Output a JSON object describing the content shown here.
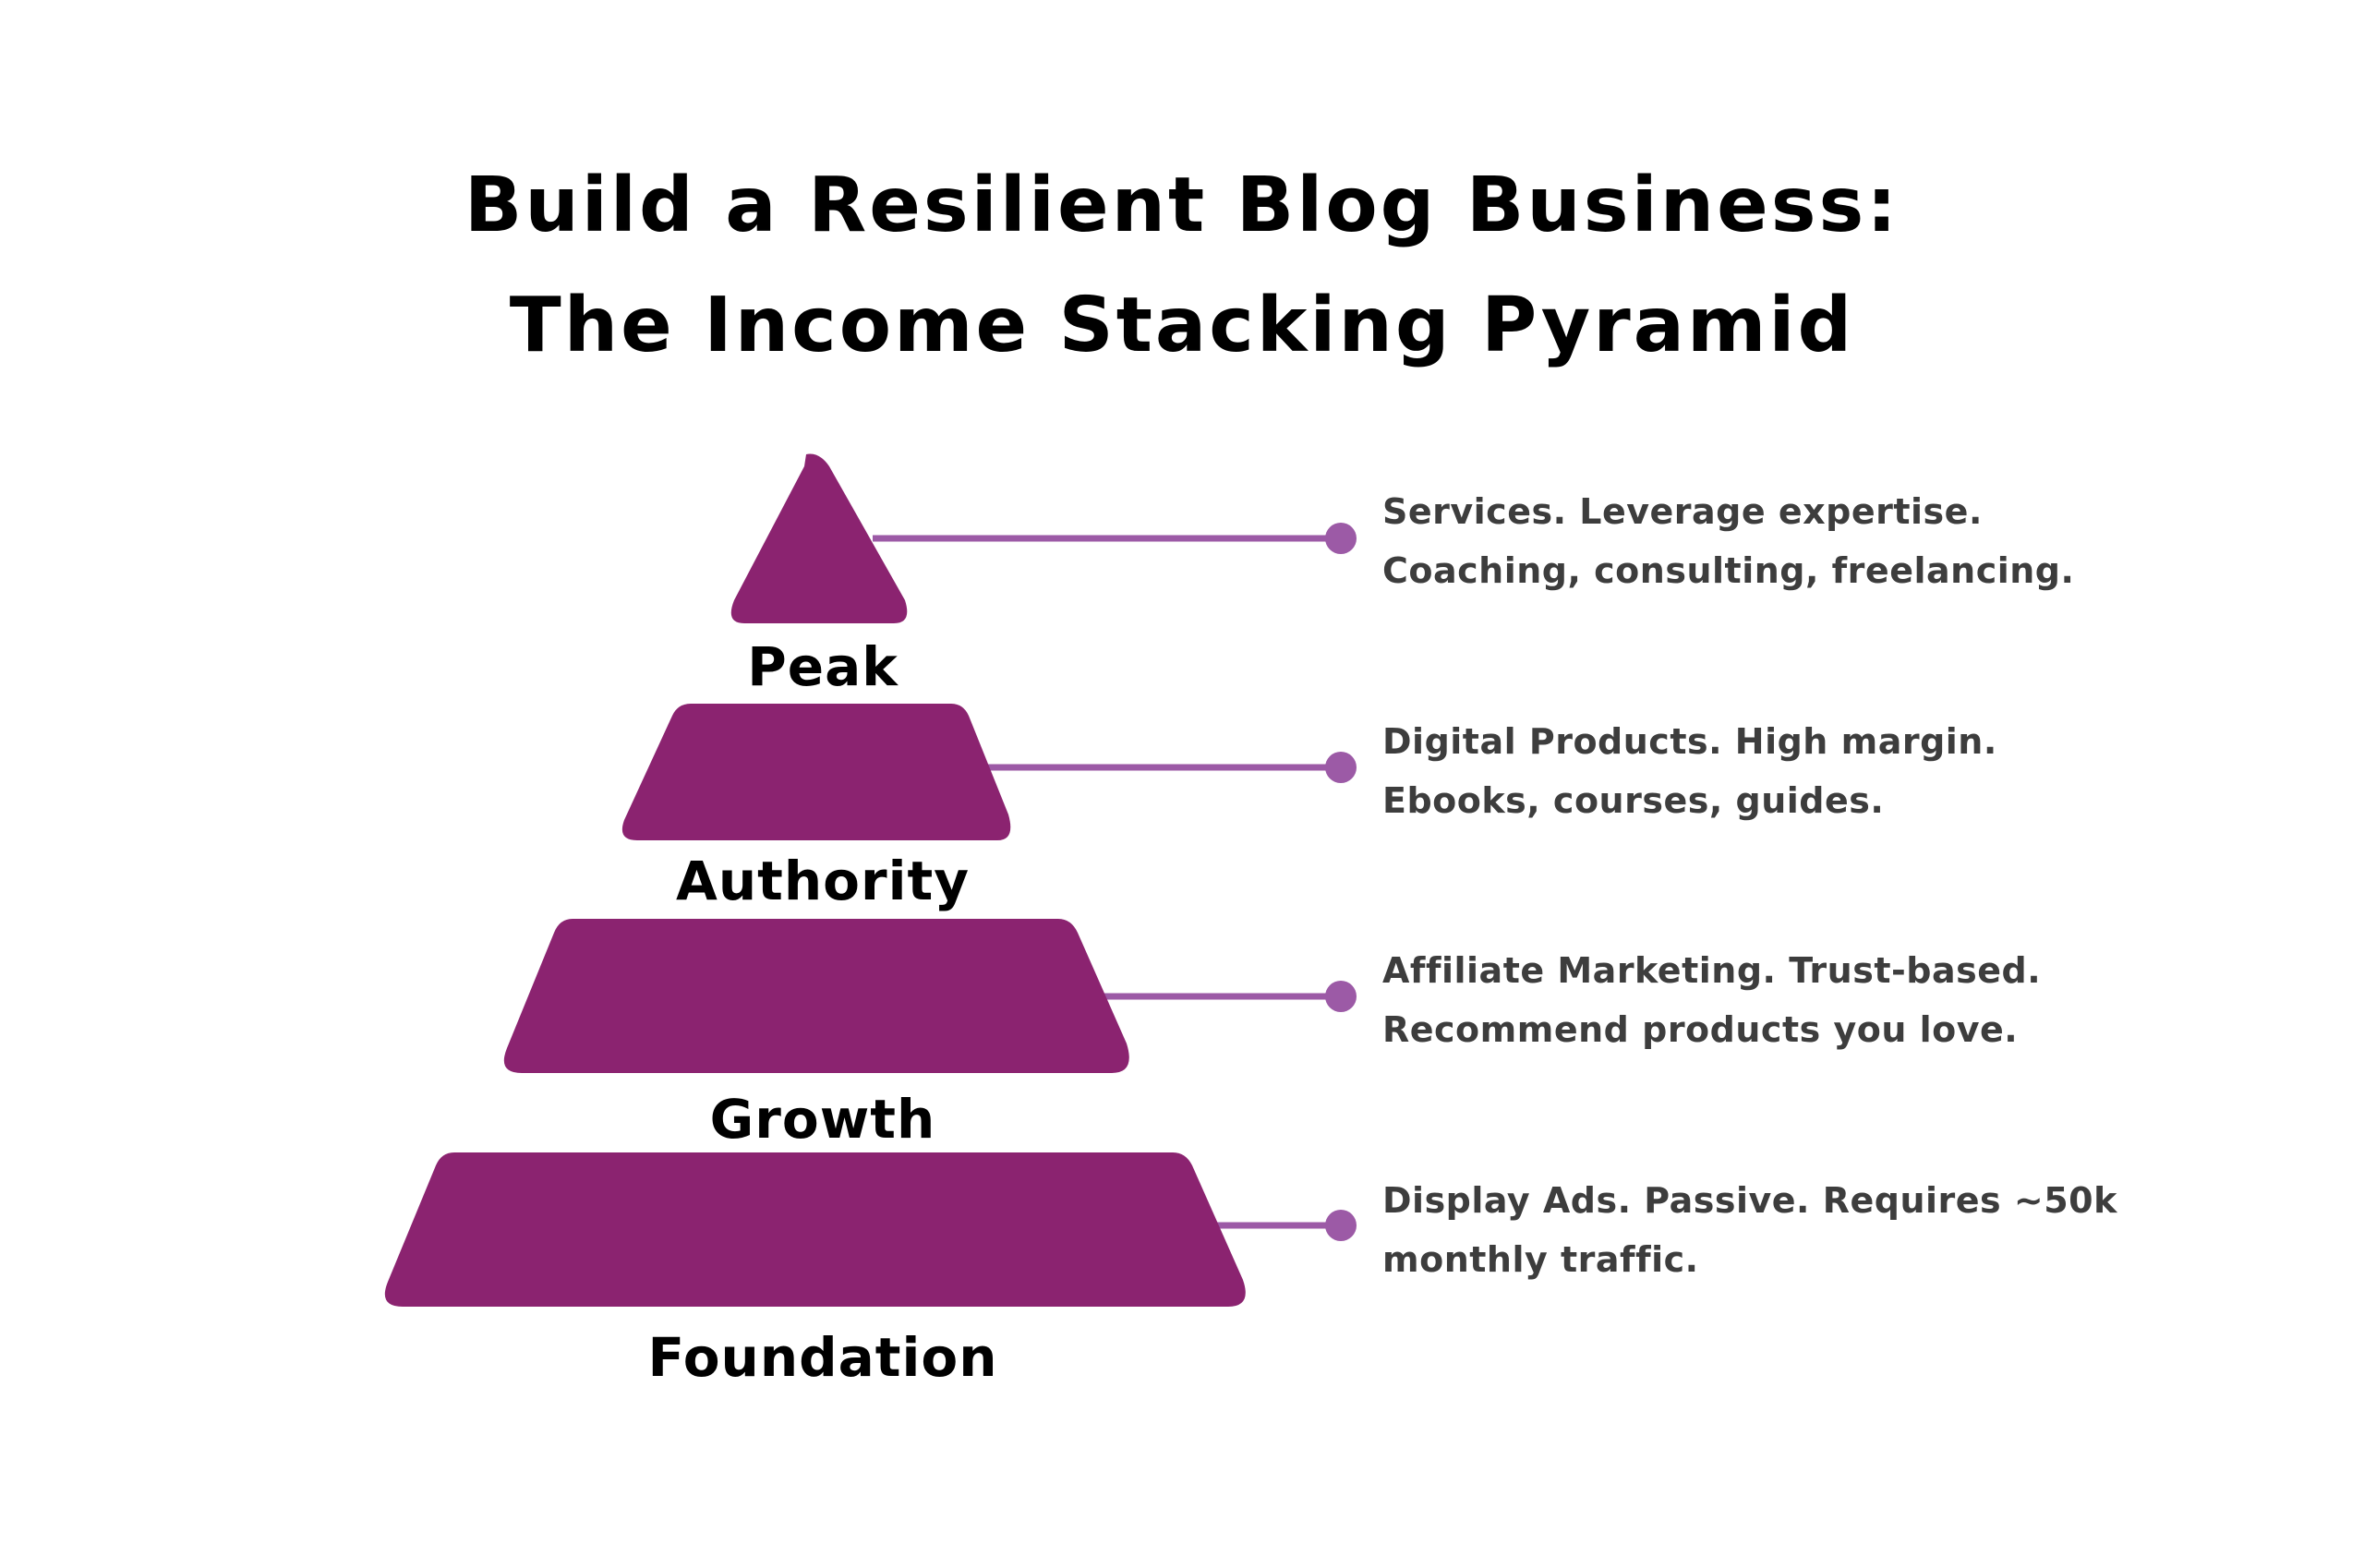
{
  "title": {
    "line1": "Build a Resilient Blog Business:",
    "line2": "The Income Stacking Pyramid"
  },
  "colors": {
    "tier_fill": "#8b2370",
    "connector": "#9c5aa6",
    "description_text": "#3d3d3d",
    "label_text": "#000000"
  },
  "tiers": [
    {
      "label": "Peak",
      "description_line1": "Services. Leverage expertise.",
      "description_line2": "Coaching, consulting, freelancing."
    },
    {
      "label": "Authority",
      "description_line1": "Digital Products. High margin.",
      "description_line2": "Ebooks, courses, guides."
    },
    {
      "label": "Growth",
      "description_line1": "Affiliate Marketing. Trust-based.",
      "description_line2": "Recommend products you love."
    },
    {
      "label": "Foundation",
      "description_line1": "Display Ads. Passive. Requires ~50k",
      "description_line2": "monthly traffic."
    }
  ]
}
